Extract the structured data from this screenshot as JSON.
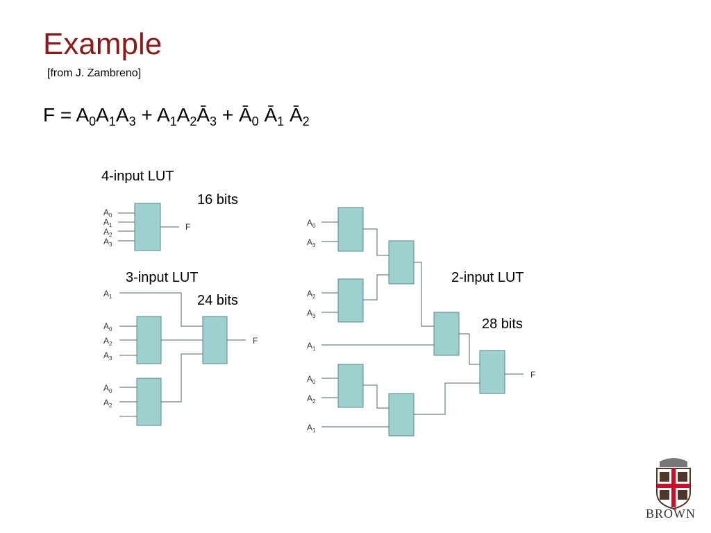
{
  "slide": {
    "title": "Example",
    "subtitle": "[from J. Zambreno]",
    "equation": {
      "prefix": "F = ",
      "terms": [
        {
          "vars": [
            [
              "A",
              "0"
            ],
            [
              "A",
              "1"
            ],
            [
              "A",
              "3"
            ]
          ]
        },
        {
          "vars": [
            [
              "A",
              "1"
            ],
            [
              "A",
              "2"
            ],
            [
              "Ā",
              "3"
            ]
          ]
        },
        {
          "vars": [
            [
              "Ā",
              "0"
            ],
            [
              "Ā",
              "1"
            ],
            [
              "Ā",
              "2"
            ]
          ]
        }
      ],
      "operator": "+"
    }
  },
  "lut4": {
    "label": "4-input LUT",
    "bits": "16 bits",
    "inputs": [
      [
        "A",
        "0"
      ],
      [
        "A",
        "1"
      ],
      [
        "A",
        "2"
      ],
      [
        "A",
        "3"
      ]
    ],
    "output": "F"
  },
  "lut3": {
    "label": "3-input LUT",
    "bits": "24 bits",
    "inputs": [
      [
        "A",
        "1"
      ],
      [
        "A",
        "0"
      ],
      [
        "A",
        "2"
      ],
      [
        "A",
        "3"
      ],
      [
        "A",
        "0"
      ],
      [
        "A",
        "2"
      ]
    ],
    "output": "F"
  },
  "lut2": {
    "label": "2-input LUT",
    "bits": "28 bits",
    "inputs": [
      [
        "A",
        "0"
      ],
      [
        "A",
        "3"
      ],
      [
        "A",
        "2"
      ],
      [
        "A",
        "3"
      ],
      [
        "A",
        "1"
      ],
      [
        "A",
        "0"
      ],
      [
        "A",
        "2"
      ],
      [
        "A",
        "1"
      ]
    ],
    "output": "F"
  },
  "logo": {
    "text": "BROWN",
    "colors": {
      "red": "#c8102e",
      "brown": "#4e3629"
    }
  },
  "colors": {
    "title": "#8b1a1a",
    "lut_fill": "#9fd0d0",
    "lut_stroke": "#5a8a8a"
  }
}
